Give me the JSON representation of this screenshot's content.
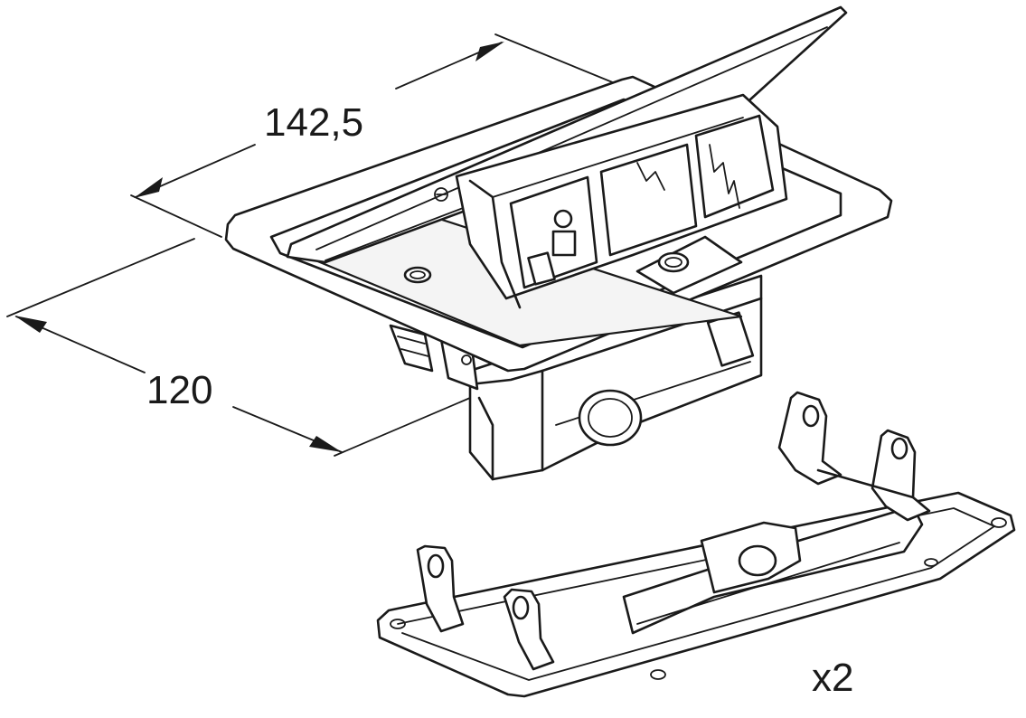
{
  "dimensions": {
    "width_label": "142,5",
    "depth_label": "120"
  },
  "bracket": {
    "quantity_label": "x2"
  },
  "colors": {
    "line": "#1a1a1a",
    "background": "#ffffff"
  }
}
